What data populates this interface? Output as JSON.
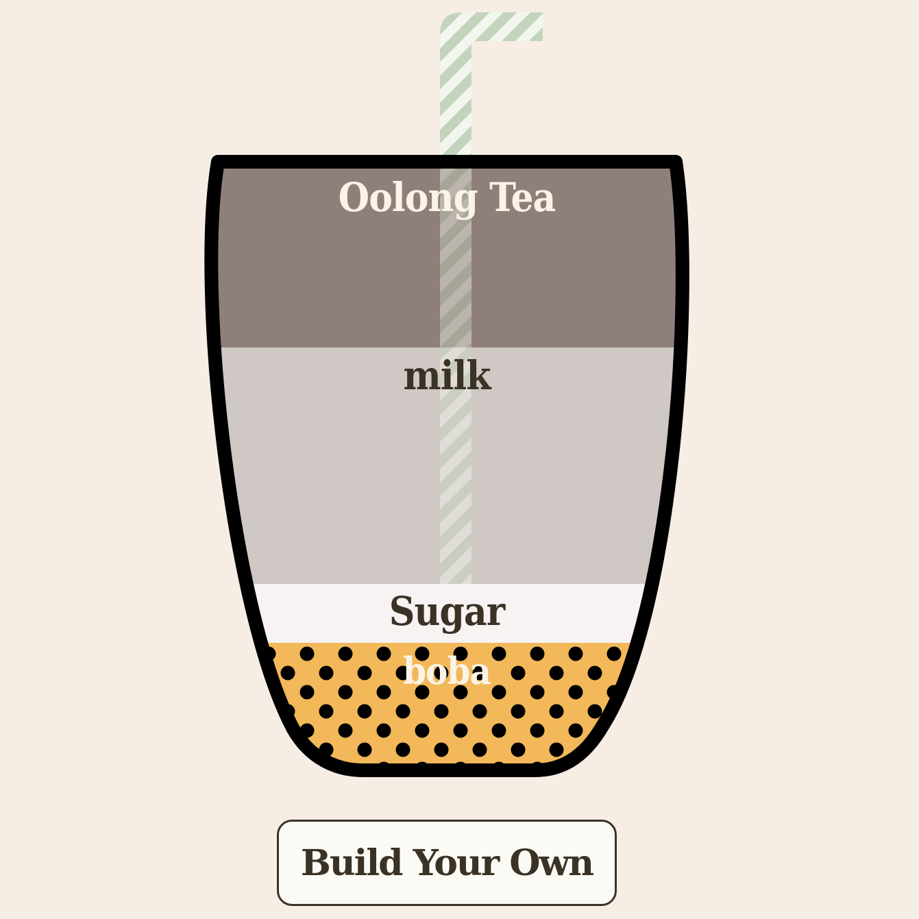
{
  "drink": {
    "layers": [
      {
        "id": "tea",
        "label": "Oolong Tea",
        "color": "#8f7f7a",
        "text_color": "#fbf3e6"
      },
      {
        "id": "milk",
        "label": "milk",
        "color": "#d0c8c4",
        "text_color": "#3b3226"
      },
      {
        "id": "sugar",
        "label": "Sugar",
        "color": "#f8f3f2",
        "text_color": "#3b3226"
      },
      {
        "id": "boba",
        "label": "boba",
        "color": "#f2b85a",
        "pearl_color": "#000000",
        "text_color": "#fbf3e6"
      }
    ],
    "straw": {
      "stripe_color": "#c3d4bd",
      "base_color": "#f3f6ee"
    }
  },
  "actions": {
    "build_label": "Build Your Own"
  },
  "colors": {
    "background": "#f6ede4",
    "cup_outline": "#000000",
    "button_border": "#3b3226"
  }
}
